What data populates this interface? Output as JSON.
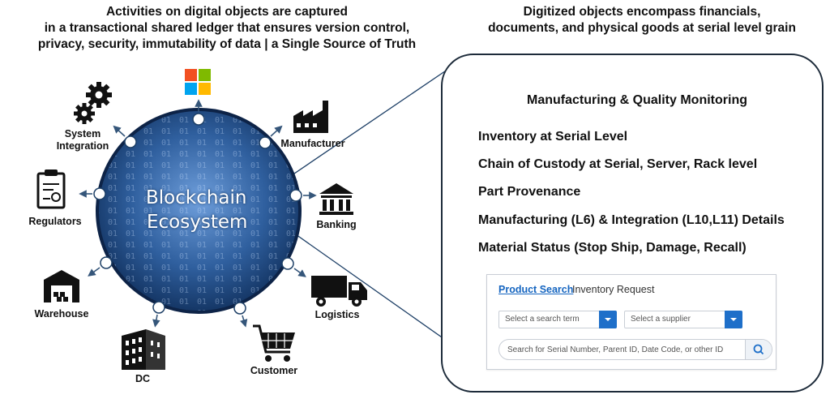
{
  "headings": {
    "left": [
      "Activities on digital objects are captured",
      "in a transactional shared ledger that ensures version control,",
      "privacy, security, immutability of data | a Single Source of Truth"
    ],
    "right": [
      "Digitized objects encompass financials,",
      "documents, and physical goods at serial level grain"
    ]
  },
  "ecosystem": {
    "center_lines": [
      "Blockchain",
      "Ecosystem"
    ],
    "nodes": {
      "system_integration": [
        "System",
        "Integration"
      ],
      "microsoft": "windows-logo-icon",
      "manufacturer": "Manufacturer",
      "banking": "Banking",
      "regulators": "Regulators",
      "warehouse": "Warehouse",
      "logistics": "Logistics",
      "dc": "DC",
      "customer": "Customer"
    }
  },
  "panel": {
    "title": "Manufacturing & Quality Monitoring",
    "features": [
      "Inventory at Serial Level",
      "Chain of Custody at Serial, Server, Rack level",
      "Part Provenance",
      "Manufacturing (L6) & Integration (L10,L11) Details",
      "Material Status (Stop Ship, Damage, Recall)"
    ]
  },
  "search_widget": {
    "tabs": [
      "Product Search",
      "Inventory Request"
    ],
    "select_term_placeholder": "Select a search term",
    "select_supplier_placeholder": "Select a supplier",
    "search_placeholder": "Search for Serial Number, Parent ID, Date Code, or other ID"
  },
  "colors": {
    "circle_dark": "#0e2c57",
    "circle_light": "#5d8fcf",
    "arrow": "#35567a",
    "accent_blue": "#1e6fc9",
    "link_blue": "#1565c0",
    "ms_red": "#f25022",
    "ms_green": "#7fba00",
    "ms_blue": "#00a4ef",
    "ms_yellow": "#ffb900"
  }
}
